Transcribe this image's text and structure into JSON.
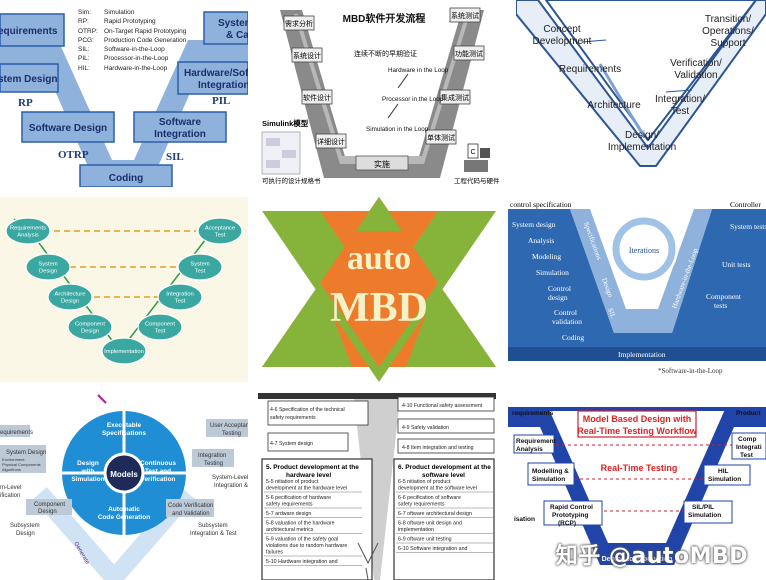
{
  "tile1": {
    "boxes": [
      "Requirements",
      "System Design",
      "Software Design",
      "Coding",
      "Software Integration",
      "Hardware/Software Integration",
      "System Test & Calibration"
    ],
    "box_short": {
      "req": "equirements",
      "sys": "stem Design",
      "hwsw": "Hardware/Softw",
      "hwsw2": "Integration",
      "syst": "System",
      "syst2": "& Ca"
    },
    "arrows": [
      "RP",
      "OTRP",
      "SIL",
      "PIL"
    ],
    "legend": [
      [
        "Sim:",
        "Simulation"
      ],
      [
        "RP:",
        "Rapid Prototyping"
      ],
      [
        "OTRP:",
        "On-Target Rapid Prototyping"
      ],
      [
        "PCG:",
        "Production Code Generation"
      ],
      [
        "SIL:",
        "Software-in-the-Loop"
      ],
      [
        "PIL:",
        "Processor-in-the-Loop"
      ],
      [
        "HIL:",
        "Hardware-in-the-Loop"
      ]
    ]
  },
  "tile2": {
    "title": "MBD软件开发流程",
    "left": [
      "需求分析",
      "系统设计",
      "软件设计",
      "详细设计"
    ],
    "right": [
      "系统测试",
      "功能测试",
      "集成测试",
      "单体测试"
    ],
    "bottom": "实施",
    "mid": [
      "Hardware in the Loop",
      "Processor in the Loop",
      "Simulation in the Loop"
    ],
    "note": "连续不断的早期验证",
    "simulink": "Simulink模型",
    "caption_left": "可执行的设计规格书",
    "caption_right": "工程代码与硬件"
  },
  "tile3": {
    "left": [
      "Concept Development",
      "Requirements",
      "Architecture",
      "Design/ Implementation"
    ],
    "right": [
      "Transition/ Operations/ Support",
      "Verification/ Validation",
      "Integration/ Test"
    ]
  },
  "tile4": {
    "left": [
      "Requirements Analysis",
      "System Design",
      "Architecture Design",
      "Component Design"
    ],
    "right": [
      "Acceptance Test",
      "System Test",
      "Integration Test",
      "Component Test"
    ],
    "bottom": "Implementation"
  },
  "tile5": {
    "line1": "auto",
    "line2": "MBD"
  },
  "tile6": {
    "top_left": "control specification",
    "top_right": "Controller",
    "left": [
      "System design",
      "Analysis",
      "Modeling",
      "Simulation",
      "Control design",
      "Control validation",
      "Coding"
    ],
    "right": [
      "System tests",
      "Unit tests",
      "Component tests"
    ],
    "band_left": [
      "Specifications",
      "Design",
      "SIL"
    ],
    "band_right": "Hardware-in-the-Loop",
    "center": "Iterations",
    "bottom": "Implementation",
    "footnote": "*Software-in-the-Loop"
  },
  "tile7": {
    "center": "Models",
    "quadrants": [
      "Executable Specifications",
      "Continuous Test and Verification",
      "Automatic Code Generation",
      "Design with Simulation"
    ],
    "left": [
      "Requirements",
      "System Design",
      "Environment Physical Components Algorithms",
      "Subsystem Design",
      "Component Design",
      "System-Level Verification"
    ],
    "right": [
      "User Acceptance Testing",
      "Integration Testing",
      "System-Level Integration & Test",
      "Code Verification and Validation",
      "Subsystem Integration & Test"
    ],
    "arrow": "Generate"
  },
  "tile8": {
    "top_left": [
      "4-6 Specification of the technical safety requirements",
      "4-7 System design"
    ],
    "top_right": [
      "4-10 Functional safety assessment",
      "4-9 Safety validation",
      "4-8 Item integration and testing"
    ],
    "hw_title": "5. Product development at the hardware level",
    "hw": [
      "5-5 Initiation of product development at the hardware level",
      "5-6 Specification of hardware safety requirements",
      "5-7 Hardware design",
      "5-8 Evaluation of the hardware architectural metrics",
      "5-9 Evaluation of the safety goal violations due to random hardware failures",
      "5-10 Hardware integration and"
    ],
    "sw_title": "6. Product development at the software level",
    "sw": [
      "6-5 Initiation of product development at the software level",
      "6-6 Specification of software safety requirements",
      "6-7 Software architectural design",
      "6-8 Software unit design and implementation",
      "6-9 Software unit testing",
      "6-10 Software integration and"
    ]
  },
  "tile9": {
    "title1": "Model Based Design with",
    "title2": "Real-Time Testing Workflow",
    "rt": "Real-Time Testing",
    "left": [
      "requirements",
      "Requirement Analysis",
      "Modelling & Simulation",
      "Rapid Control Prototyping (RCP)",
      "isation"
    ],
    "right": [
      "Product",
      "Comp Integrati Test",
      "HIL Simulation",
      "SIL/PIL Simulation"
    ],
    "bottom": "Deploy to Production"
  },
  "watermark": "知乎 @autoMBD"
}
